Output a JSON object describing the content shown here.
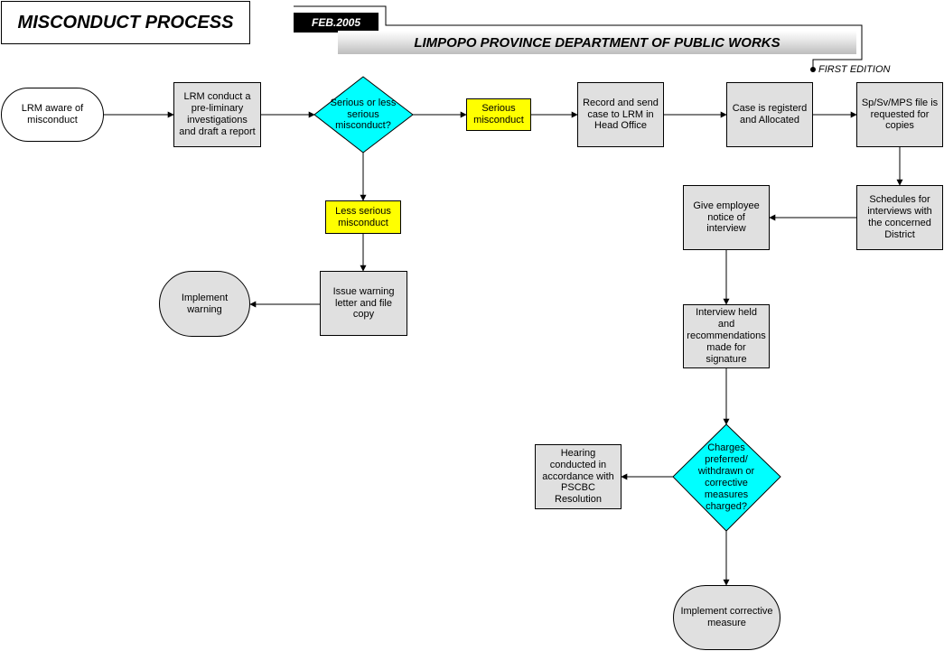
{
  "header": {
    "title": "MISCONDUCT PROCESS",
    "date": "FEB.2005",
    "department": "LIMPOPO PROVINCE  DEPARTMENT OF PUBLIC WORKS",
    "edition": "FIRST  EDITION"
  },
  "colors": {
    "process_fill": "#e0e0e0",
    "highlight_fill": "#ffff00",
    "decision_fill": "#00ffff",
    "line": "#000000"
  },
  "nodes": {
    "start": "LRM aware of misconduct",
    "investigate": "LRM conduct a pre-liminary investigations and draft a report",
    "decision1": "Serious or less serious misconduct?",
    "serious": "Serious misconduct",
    "record_send": "Record and send case to LRM in Head Office",
    "registered": "Case is registerd and Allocated",
    "file_requested": "Sp/Sv/MPS file is requested for copies",
    "schedules": "Schedules for interviews with the concerned District",
    "notice": "Give employee notice of interview",
    "interview": "Interview held and recommendations made for signature",
    "decision2": "Charges preferred/ withdrawn or corrective measures charged?",
    "hearing": "Hearing conducted in accordance with PSCBC Resolution",
    "corrective": "Implement corrective measure",
    "less_serious": "Less serious misconduct",
    "issue_warning": "Issue warning letter and file copy",
    "implement_warning": "Implement warning"
  }
}
